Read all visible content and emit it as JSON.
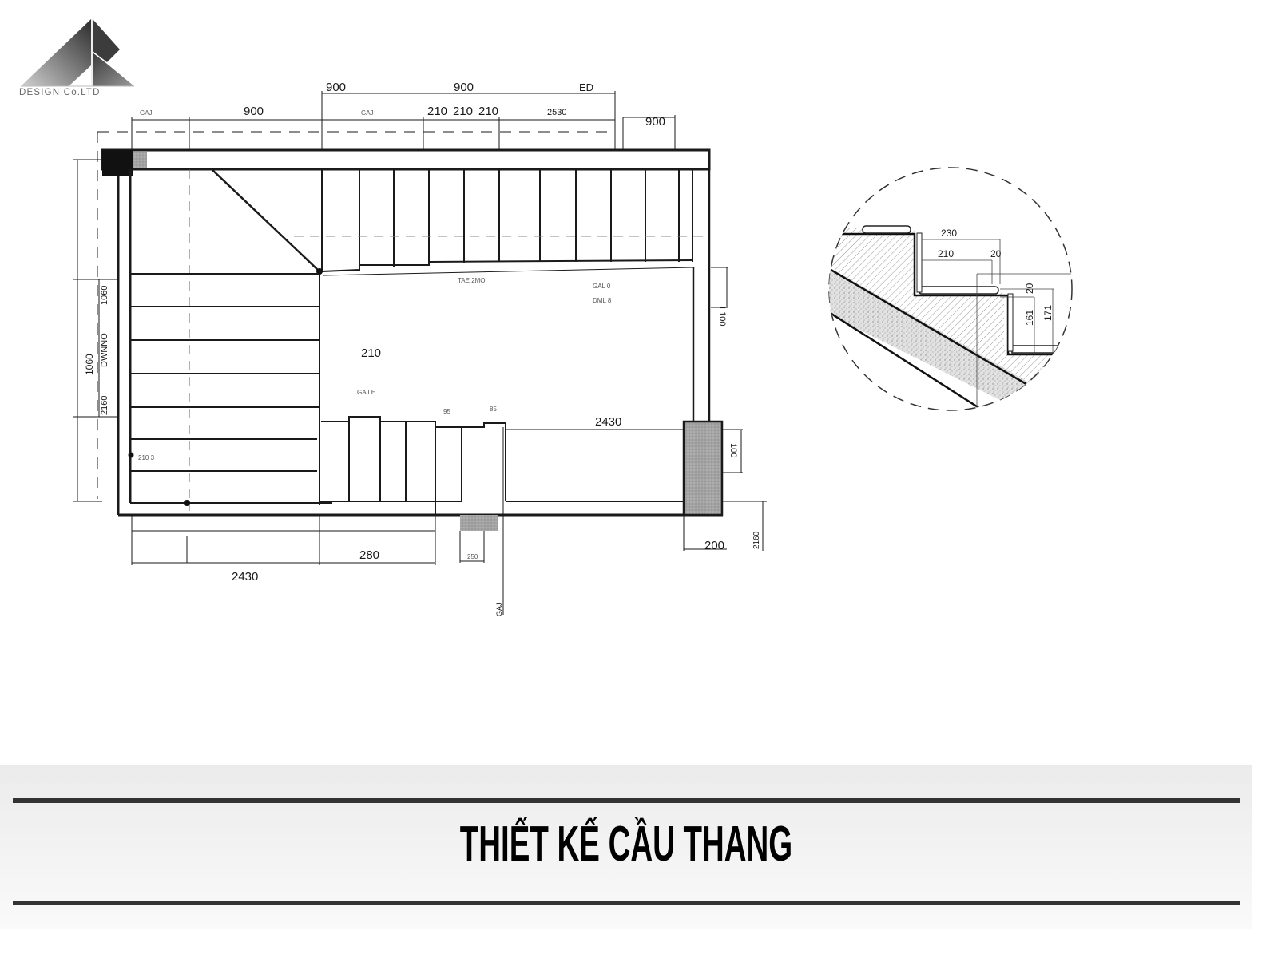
{
  "logo": {
    "company": "DESIGN Co.LTD",
    "icon": "triangle-a-logo-icon",
    "colors": {
      "dark": "#2b2b2b",
      "mid": "#777777",
      "light": "#bdbdbd"
    }
  },
  "plan_view": {
    "top_dimensions": {
      "row1": [
        "900",
        "900",
        "ED"
      ],
      "row2": [
        "GAJ",
        "900",
        "GAJ",
        "210",
        "210",
        "210",
        "2530",
        "900"
      ]
    },
    "left_dimensions": [
      "1060",
      "DWNNO",
      "1060",
      "2160"
    ],
    "interior_labels": {
      "landing_width": "210",
      "small_upper_1": "TAE 2MO",
      "small_upper_2": "GAL 0",
      "small_upper_3": "DML 8",
      "small_lower_1": "GAJ E",
      "small_lower_2": "95",
      "small_lower_3": "85",
      "small_left": "210 3",
      "lower_run": "2430"
    },
    "right_dimensions": [
      "I 100",
      "100",
      "200",
      "2160"
    ],
    "bottom_dimensions": [
      "2430",
      "280",
      "250",
      "GAJ"
    ]
  },
  "detail_section": {
    "tread_total": "230",
    "tread": "210",
    "nosing": "20",
    "tread_thickness": "20",
    "riser": "161",
    "riser_total": "171"
  },
  "footer": {
    "title": "THIẾT KẾ CẦU THANG"
  },
  "colors": {
    "line": "#1a1a1a",
    "hatch": "#9a9a9a",
    "column_fill": "#9c9c9c",
    "footer_rule": "#333333",
    "footer_bg": "#f0f0f0"
  }
}
